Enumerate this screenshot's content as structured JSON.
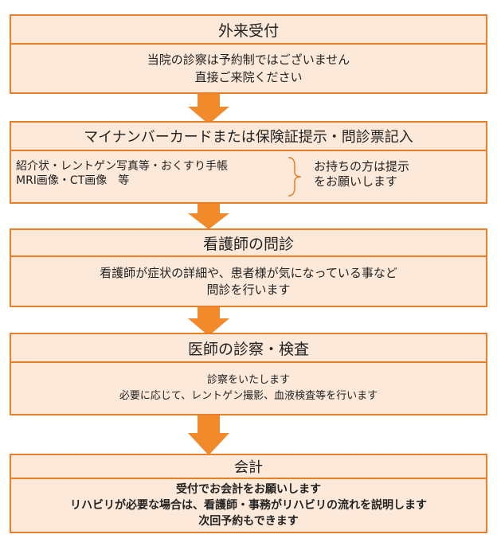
{
  "colors": {
    "border": "#e8802a",
    "fill": "#fde9d9",
    "arrow": "#f08a2a"
  },
  "steps": [
    {
      "title": "外来受付",
      "lines": [
        "当院の診察は予約制ではございません",
        "直接ご来院ください"
      ]
    },
    {
      "title": "マイナンバーカードまたは保険証提示・問診票記入",
      "left_lines": [
        "紹介状・レントゲン写真等・おくすり手帳",
        "MRI画像・CT画像　等"
      ],
      "right_lines": [
        "お持ちの方は提示",
        "をお願いします"
      ]
    },
    {
      "title": "看護師の問診",
      "lines": [
        "看護師が症状の詳細や、患者様が気になっている事など",
        "問診を行います"
      ]
    },
    {
      "title": "医師の診察・検査",
      "lines": [
        "診察をいたします",
        "必要に応じて、レントゲン撮影、血液検査等を行います"
      ]
    },
    {
      "title": "会計",
      "lines": [
        "受付でお会計をお願いします",
        "リハビリが必要な場合は、看護師・事務がリハビリの流れを説明します",
        "次回予約もできます"
      ]
    }
  ],
  "arrow_icon": "down-arrow-icon"
}
